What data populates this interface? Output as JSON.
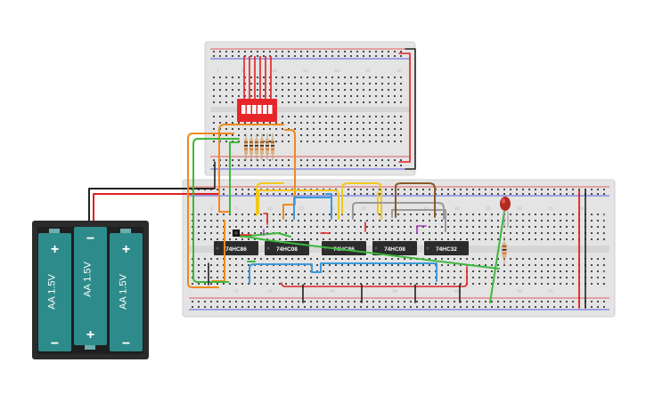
{
  "breadboard_small": {
    "column_numbers": [
      "1",
      "5",
      "10",
      "15",
      "20",
      "25",
      "30"
    ]
  },
  "breadboard_large": {
    "column_numbers": [
      "1",
      "5",
      "10",
      "15",
      "20",
      "25",
      "30",
      "35",
      "40",
      "45",
      "50",
      "55",
      "60"
    ],
    "row_letters": [
      "A",
      "B",
      "C",
      "D",
      "E",
      "F",
      "G",
      "H",
      "I",
      "J"
    ]
  },
  "chips": [
    {
      "label": "74HC86"
    },
    {
      "label": "74HC08"
    },
    {
      "label": "74HC86"
    },
    {
      "label": "74HC08"
    },
    {
      "label": "74HC32"
    }
  ],
  "battery": {
    "cells": [
      {
        "label": "AA 1.5V",
        "top_sign": "+",
        "bottom_sign": "−"
      },
      {
        "label": "AA 1.5V",
        "top_sign": "−",
        "bottom_sign": "+"
      },
      {
        "label": "AA 1.5V",
        "top_sign": "+",
        "bottom_sign": "−"
      }
    ]
  },
  "dip_switch": {
    "positions": 6
  },
  "resistor_array": {
    "count": 6
  },
  "led": {
    "color": "#b52a1f"
  },
  "colors": {
    "breadboard": "#e4e4e4",
    "chip": "#2c2c2c",
    "battery_body": "#2b2b2b",
    "battery_cell": "#2e8b8b",
    "wire_red": "#e02020",
    "wire_black": "#222222",
    "wire_orange": "#f08a1c",
    "wire_green": "#3db83d",
    "wire_yellow": "#f2c81a",
    "wire_blue": "#3b9ad9",
    "wire_gray": "#9a9a9a",
    "wire_brown": "#8b5a2b",
    "wire_purple": "#9b3bb8"
  }
}
